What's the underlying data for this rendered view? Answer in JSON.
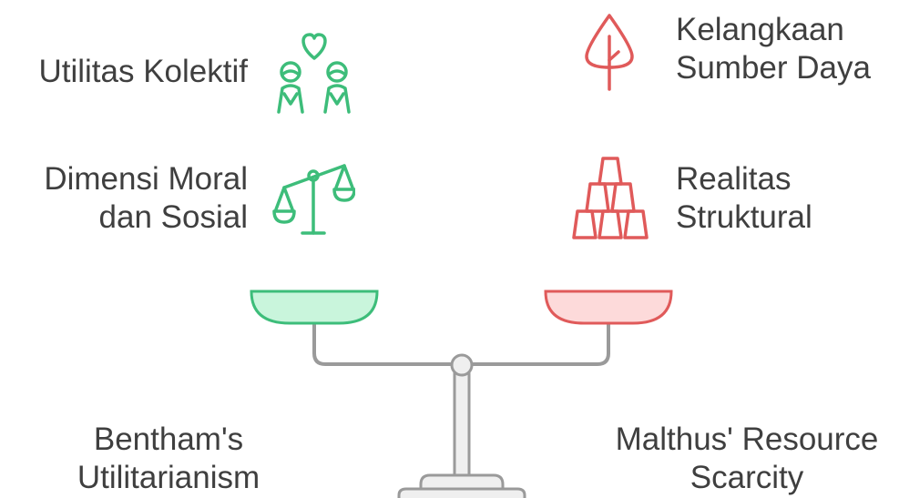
{
  "left_side": {
    "title_line1": "Bentham's",
    "title_line2": "Utilitarianism",
    "items": [
      {
        "label_line1": "Utilitas Kolektif",
        "label_line2": "",
        "icon": "couple-heart-icon"
      },
      {
        "label_line1": "Dimensi Moral",
        "label_line2": "dan Sosial",
        "icon": "balance-scale-icon"
      }
    ],
    "color": "#3dbd7a",
    "pan_fill": "#c9f5dc"
  },
  "right_side": {
    "title_line1": "Malthus' Resource",
    "title_line2": "Scarcity",
    "items": [
      {
        "label_line1": "Kelangkaan",
        "label_line2": "Sumber Daya",
        "icon": "tree-icon"
      },
      {
        "label_line1": "Realitas",
        "label_line2": "Struktural",
        "icon": "cup-pyramid-icon"
      }
    ],
    "color": "#e05a5a",
    "pan_fill": "#fddada"
  },
  "scale_color": "#9a9a9a",
  "scale_fill": "#efefef"
}
